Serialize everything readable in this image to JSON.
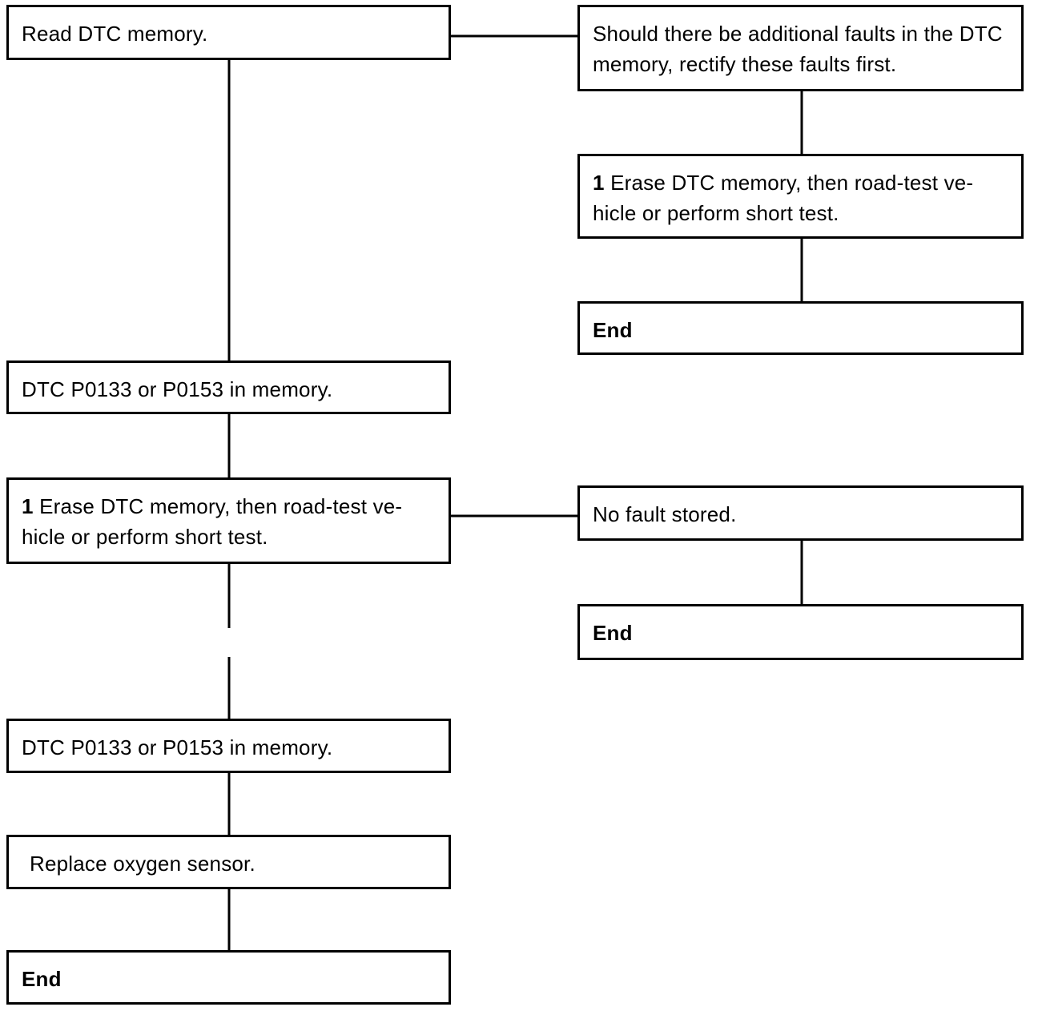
{
  "nodes": {
    "read_dtc": {
      "text": "Read DTC memory."
    },
    "additional_faults": {
      "text": "Should there be additional faults in the DTC memory, rectify these faults first."
    },
    "erase_right": {
      "step": "1",
      "text": "Erase DTC memory, then road-test ve-hicle or perform short test."
    },
    "end_right_top": {
      "text": "End"
    },
    "dtc_in_memory_1": {
      "text": "DTC P0133 or P0153 in memory."
    },
    "erase_left": {
      "step": "1",
      "text": "Erase DTC memory, then road-test ve-hicle or perform short test."
    },
    "no_fault": {
      "text": "No fault stored."
    },
    "end_right_mid": {
      "text": "End"
    },
    "dtc_in_memory_2": {
      "text": "DTC P0133 or P0153 in memory."
    },
    "replace_sensor": {
      "text": "Replace oxygen sensor."
    },
    "end_bottom": {
      "text": "End"
    }
  }
}
